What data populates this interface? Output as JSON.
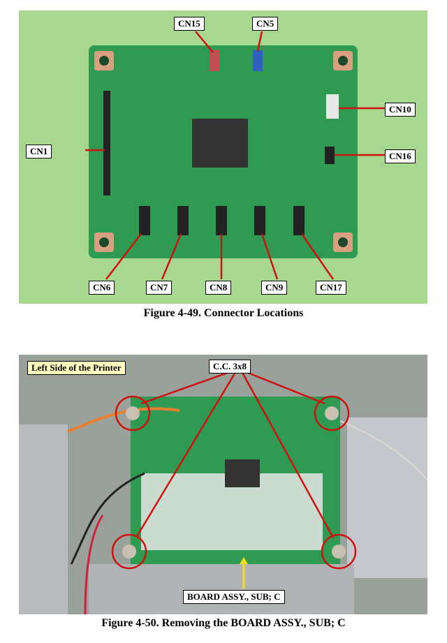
{
  "figure1": {
    "caption": "Figure 4-49.  Connector Locations",
    "labels": {
      "cn15": "CN15",
      "cn5": "CN5",
      "cn10": "CN10",
      "cn1": "CN1",
      "cn16": "CN16",
      "cn6": "CN6",
      "cn7": "CN7",
      "cn8": "CN8",
      "cn9": "CN9",
      "cn17": "CN17"
    },
    "colors": {
      "background": "#a8d890",
      "board": "#2e9a52",
      "arrow": "#d01010"
    }
  },
  "figure2": {
    "caption": "Figure 4-50.  Removing the BOARD ASSY., SUB; C",
    "labels": {
      "side": "Left Side of the Printer",
      "screws": "C.C. 3x8",
      "board": "BOARD ASSY., SUB; C"
    },
    "colors": {
      "circle": "#d01010",
      "pointer": "#f0e020"
    }
  }
}
